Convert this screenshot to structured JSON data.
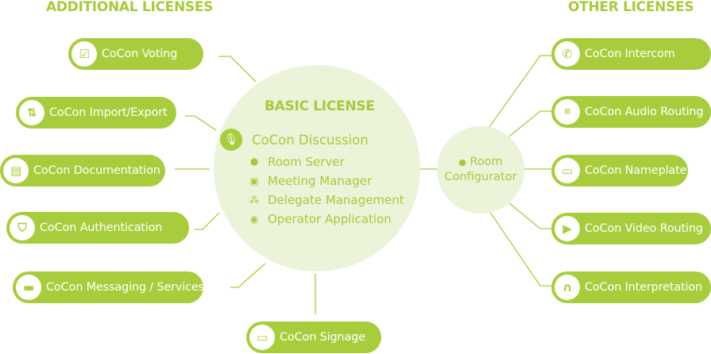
{
  "headings": {
    "additional": "ADDITIONAL LICENSES",
    "other": "OTHER LICENSES"
  },
  "basic": {
    "title": "BASIC LICENSE",
    "discussion": "CoCon Discussion",
    "modules": [
      {
        "label": "Room Server",
        "icon": "cube-icon"
      },
      {
        "label": "Meeting Manager",
        "icon": "contact-book-icon"
      },
      {
        "label": "Delegate Management",
        "icon": "org-chart-icon"
      },
      {
        "label": "Operator Application",
        "icon": "broadcast-icon"
      }
    ]
  },
  "room_configurator": {
    "line1": "Room",
    "line2": "Configurator"
  },
  "additional": [
    {
      "label": "CoCon Voting",
      "icon": "checkbox-icon"
    },
    {
      "label": "CoCon Import/Export",
      "icon": "up-down-arrows-icon"
    },
    {
      "label": "CoCon Documentation",
      "icon": "document-icon"
    },
    {
      "label": "CoCon Authentication",
      "icon": "shield-icon"
    },
    {
      "label": "CoCon Messaging / Services",
      "icon": "chat-icon"
    },
    {
      "label": "CoCon Signage",
      "icon": "display-icon"
    }
  ],
  "other": [
    {
      "label": "CoCon Intercom",
      "icon": "phone-icon"
    },
    {
      "label": "CoCon Audio Routing",
      "icon": "audio-matrix-icon"
    },
    {
      "label": "CoCon Nameplate",
      "icon": "nameplate-icon"
    },
    {
      "label": "CoCon Video Routing",
      "icon": "video-icon"
    },
    {
      "label": "CoCon Interpretation",
      "icon": "headset-icon"
    }
  ],
  "colors": {
    "green": "#a8cd3c",
    "circle": "#ebf3d9"
  }
}
